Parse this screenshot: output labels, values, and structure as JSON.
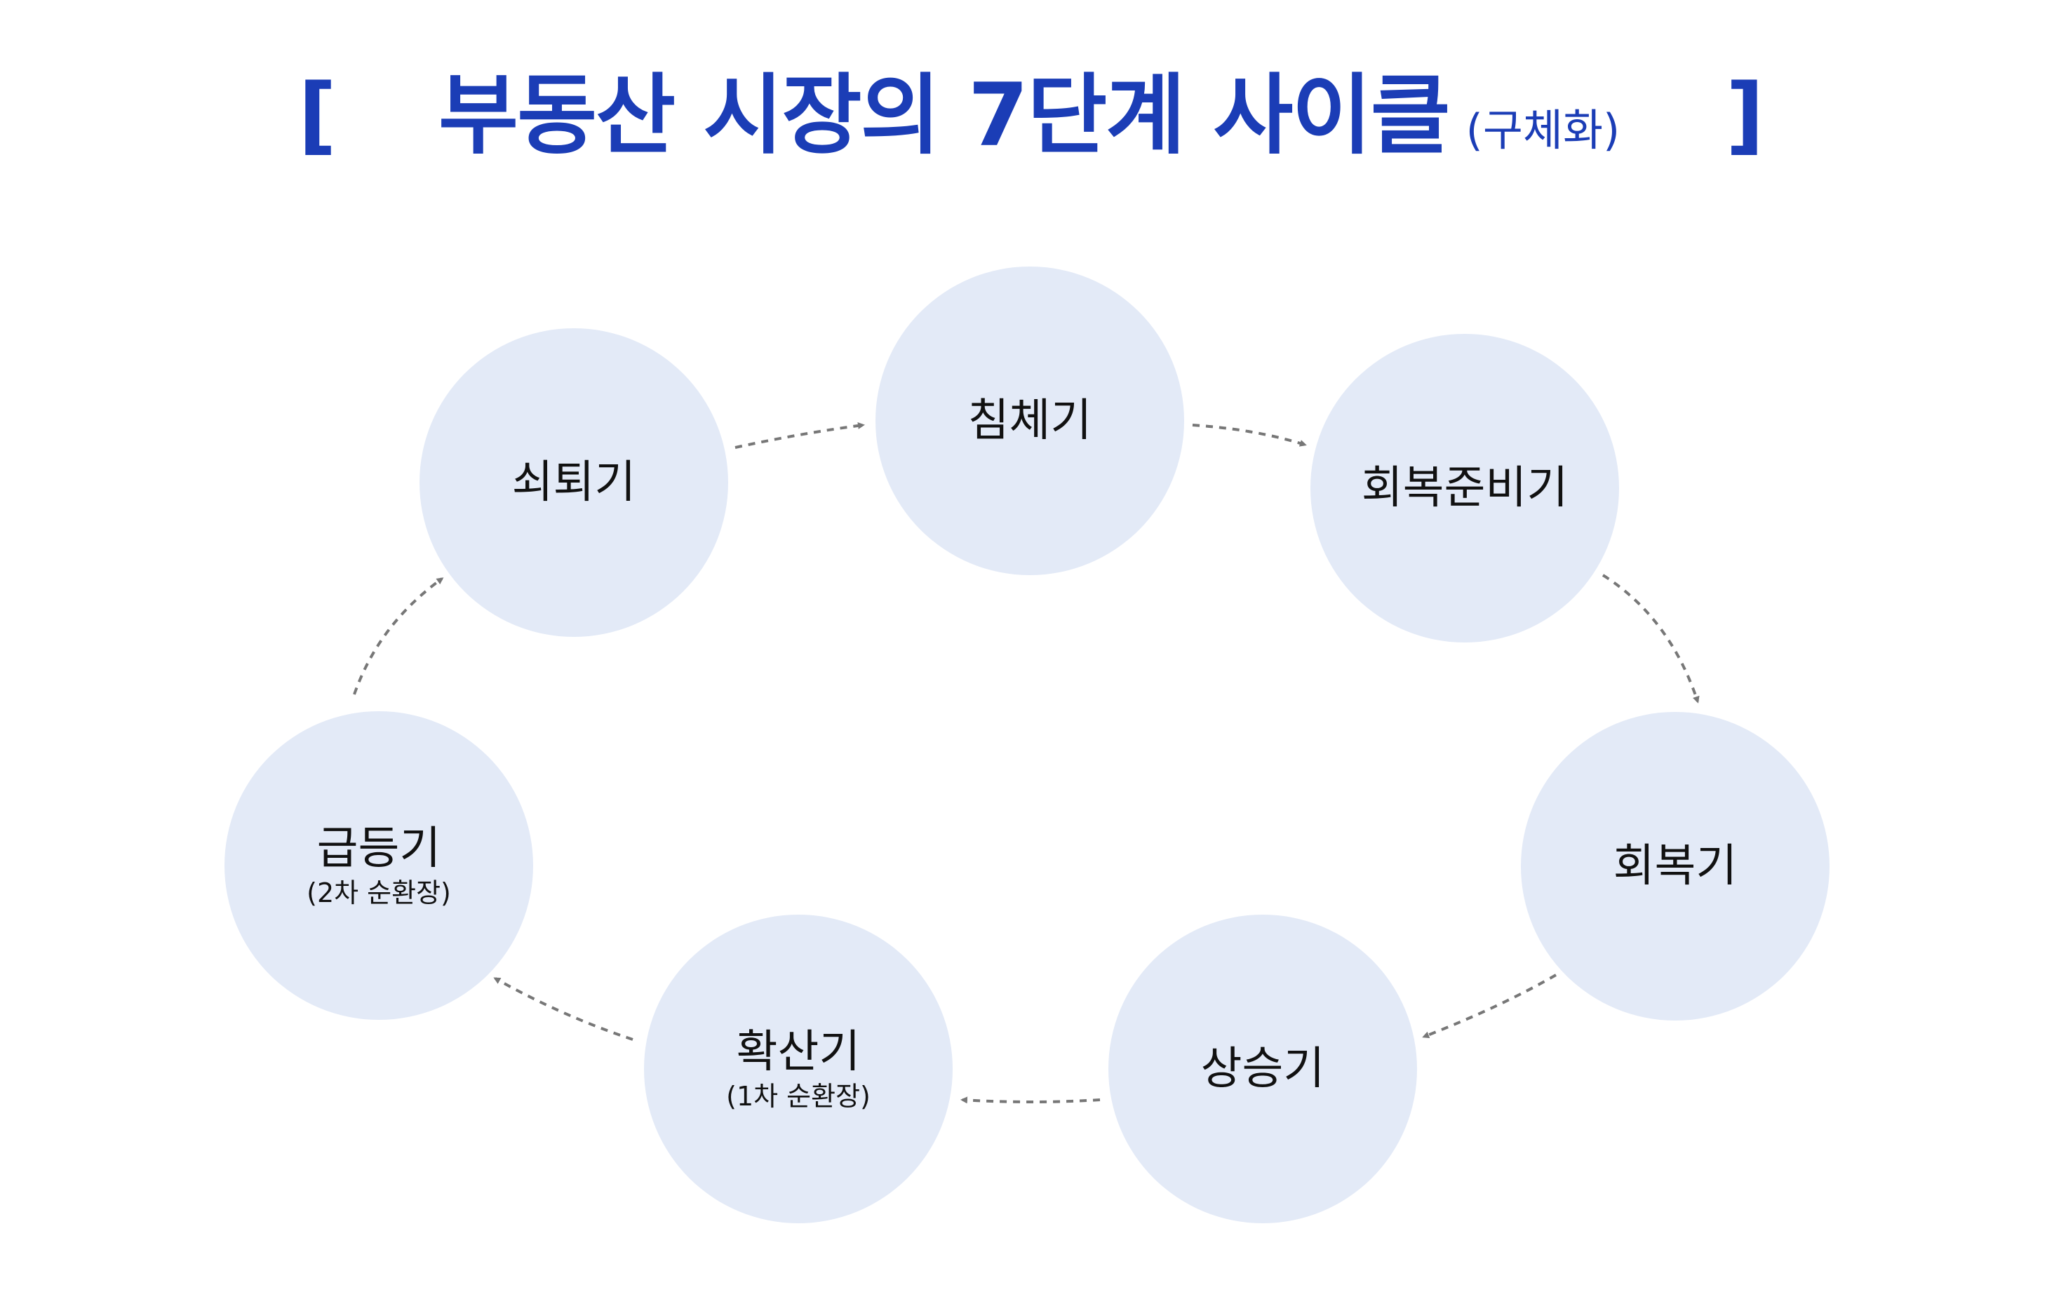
{
  "title": {
    "open_bracket": "[",
    "main": "부동산 시장의 7단계 사이클",
    "sub": "(구체화)",
    "close_bracket": "]"
  },
  "stages": [
    {
      "label": "침체기",
      "sub": ""
    },
    {
      "label": "회복준비기",
      "sub": ""
    },
    {
      "label": "회복기",
      "sub": ""
    },
    {
      "label": "상승기",
      "sub": ""
    },
    {
      "label": "확산기",
      "sub": "(1차 순환장)"
    },
    {
      "label": "급등기",
      "sub": "(2차 순환장)"
    },
    {
      "label": "쇠퇴기",
      "sub": ""
    }
  ],
  "colors": {
    "title": "#1b3db6",
    "node_fill": "#e3eaf7",
    "arrow": "#777777",
    "text": "#111111"
  }
}
